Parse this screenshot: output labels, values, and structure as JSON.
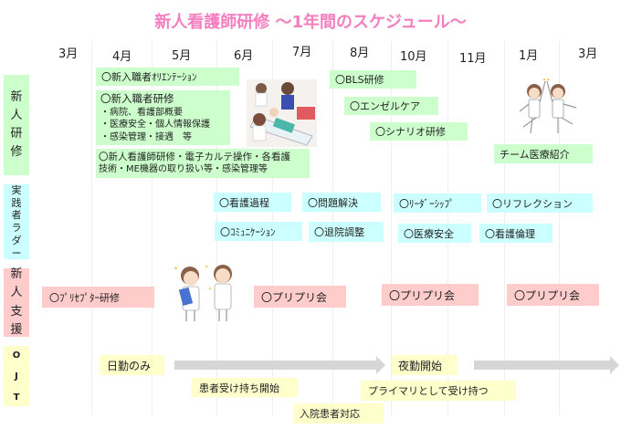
{
  "title": "新人看護師研修 ～1年間のスケジュール～",
  "colors": {
    "title": "#f47fbf",
    "green": "#ccffcc",
    "cyan": "#ccffff",
    "pink": "#ffcccc",
    "yellow": "#ffffcc",
    "arrow": "#d6d6d6"
  },
  "months": [
    "3月",
    "4月",
    "5月",
    "6月",
    "7月",
    "8月",
    "10月",
    "11月",
    "1月",
    "3月"
  ],
  "categories": [
    {
      "label_chars": [
        "新",
        "人",
        "研",
        "修"
      ],
      "name": "新人研修"
    },
    {
      "label_chars": [
        "実",
        "践",
        "者",
        "ラ",
        "ダ",
        "ー"
      ],
      "name": "実践者ラダー"
    },
    {
      "label_chars": [
        "新",
        "人",
        "支",
        "援"
      ],
      "name": "新人支援"
    },
    {
      "label_chars": [
        "O",
        "J",
        "T"
      ],
      "name": "OJT"
    }
  ],
  "new_staff_training": {
    "orientation": "〇新入職者ｵﾘｴﾝﾃｰｼｮﾝ",
    "new_staff_course": {
      "title": "〇新入職者研修",
      "items": [
        "・病院、看護部概要",
        "・医療安全・個人情報保護",
        "・感染管理・接遇　等"
      ]
    },
    "nurse_training": {
      "line1": "〇新人看護師研修・電子カルテ操作・各看護",
      "line2": "技術・ME機器の取り扱い等・感染管理等"
    },
    "bls": "〇BLS研修",
    "angel_care": "〇エンゼルケア",
    "scenario": "〇シナリオ研修",
    "team_medicine": "チーム医療紹介"
  },
  "ladder": {
    "row1": [
      "〇看護過程",
      "〇問題解決",
      "〇ﾘｰﾀﾞｰｼｯﾌﾟ",
      "〇リフレクション"
    ],
    "row2": [
      "〇ｺﾐｭﾆｹｰｼｮﾝ",
      "〇退院調整",
      "〇医療安全",
      "〇看護倫理"
    ]
  },
  "support": {
    "preceptor": "〇ﾌﾟﾘｾﾌﾟﾀｰ研修",
    "pripuri": [
      "〇プリプリ会",
      "〇プリプリ会",
      "〇プリプリ会"
    ]
  },
  "ojt": {
    "day_only": "日勤のみ",
    "patient_start": "患者受け持ち開始",
    "admission": "入院患者対応",
    "night_start": "夜勤開始",
    "primary": "プライマリとして受け持つ"
  },
  "illustrations": {
    "care_scene": "nurses-caring-patient-illustration",
    "two_nurses": "two-nurses-talking-illustration",
    "high_five": "nurses-high-five-illustration"
  }
}
